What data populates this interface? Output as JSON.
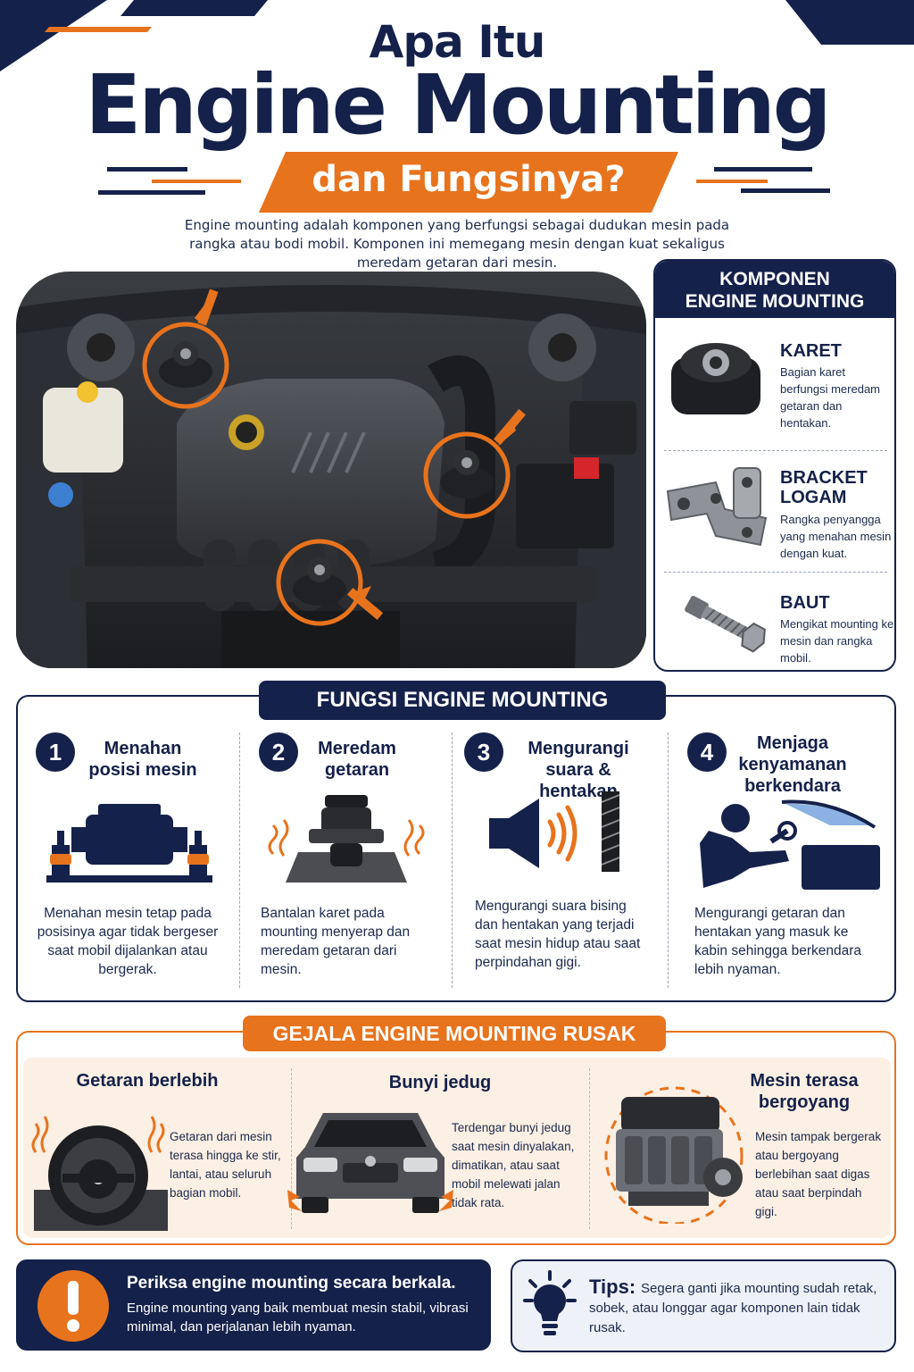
{
  "header": {
    "title_line1": "Apa Itu",
    "title_line2": "Engine Mounting",
    "title_line3": "dan Fungsinya?",
    "intro": "Engine mounting adalah komponen yang berfungsi sebagai dudukan mesin pada rangka atau bodi mobil. Komponen ini memegang mesin dengan kuat sekaligus meredam getaran dari mesin."
  },
  "components": {
    "heading_line1": "KOMPONEN",
    "heading_line2": "ENGINE MOUNTING",
    "items": [
      {
        "name": "KARET",
        "desc": "Bagian karet berfungsi meredam getaran dan hentakan.",
        "icon": "rubber-mount-icon"
      },
      {
        "name_line1": "BRACKET",
        "name_line2": "LOGAM",
        "desc": "Rangka penyangga yang menahan mesin dengan kuat.",
        "icon": "metal-bracket-icon"
      },
      {
        "name": "BAUT",
        "desc": "Mengikat mounting ke mesin dan rangka mobil.",
        "icon": "bolt-icon"
      }
    ]
  },
  "fungsi": {
    "heading": "FUNGSI ENGINE MOUNTING",
    "items": [
      {
        "num": "1",
        "title_line1": "Menahan",
        "title_line2": "posisi mesin",
        "desc": "Menahan mesin tetap pada posisinya agar tidak bergeser saat mobil dijalankan atau bergerak.",
        "icon": "engine-block-icon"
      },
      {
        "num": "2",
        "title_line1": "Meredam",
        "title_line2": "getaran",
        "desc": "Bantalan karet pada mounting menyerap dan meredam getaran dari mesin.",
        "icon": "damper-icon"
      },
      {
        "num": "3",
        "title_line1": "Mengurangi",
        "title_line2": "suara & hentakan",
        "desc": "Mengurangi suara bising dan hentakan yang terjadi saat mesin hidup atau saat perpindahan gigi.",
        "icon": "speaker-icon"
      },
      {
        "num": "4",
        "title_line1": "Menjaga",
        "title_line2": "kenyamanan",
        "title_line3": "berkendara",
        "desc": "Mengurangi getaran dan hentakan yang masuk ke kabin sehingga berkendara lebih nyaman.",
        "icon": "driver-icon"
      }
    ]
  },
  "gejala": {
    "heading": "GEJALA ENGINE MOUNTING RUSAK",
    "items": [
      {
        "title": "Getaran berlebih",
        "desc": "Getaran dari mesin terasa hingga ke stir, lantai, atau seluruh bagian mobil.",
        "icon": "steering-wheel-icon"
      },
      {
        "title": "Bunyi jedug",
        "desc": "Terdengar bunyi jedug saat mesin dinyalakan, dimatikan, atau saat mobil melewati jalan tidak rata.",
        "icon": "car-front-icon"
      },
      {
        "title_line1": "Mesin terasa",
        "title_line2": "bergoyang",
        "desc": "Mesin tampak bergerak atau bergoyang berlebihan saat digas atau saat berpindah gigi.",
        "icon": "engine-shake-icon"
      }
    ]
  },
  "footer": {
    "check_title": "Periksa engine mounting secara berkala.",
    "check_desc": "Engine mounting yang baik membuat mesin stabil, vibrasi minimal, dan perjalanan lebih nyaman.",
    "tips_label": "Tips:",
    "tips_text": "Segera ganti jika mounting sudah retak, sobek, atau longgar agar komponen lain tidak rusak.",
    "check_icon": "exclamation-icon",
    "tips_icon": "lightbulb-icon"
  },
  "colors": {
    "navy": "#14214a",
    "orange": "#e8731d",
    "cream": "#fcefe3"
  }
}
